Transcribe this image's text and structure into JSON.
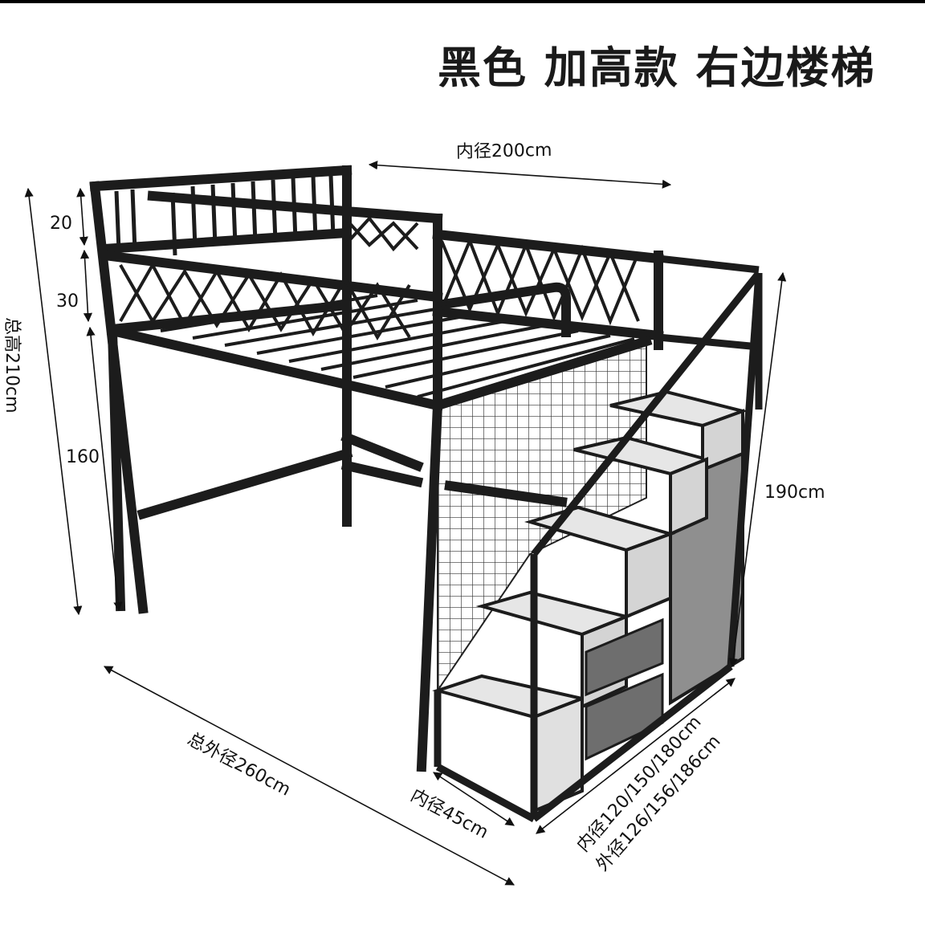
{
  "title": "黑色  加高款  右边楼梯",
  "dimensions": {
    "inner_length": "内径200cm",
    "rail_height": "20",
    "guard_height": "30",
    "total_height": "总高210cm",
    "clearance": "160",
    "stair_height": "190cm",
    "total_outer_length": "总外径260cm",
    "stair_depth": "内径45cm",
    "inner_widths": "内径120/150/180cm",
    "outer_widths": "外径126/156/186cm"
  },
  "colors": {
    "frame": "#1c1c1c",
    "step": "#e6e6e6",
    "cabinet": "#8f8f8f",
    "drawer": "#6e6e6e"
  }
}
